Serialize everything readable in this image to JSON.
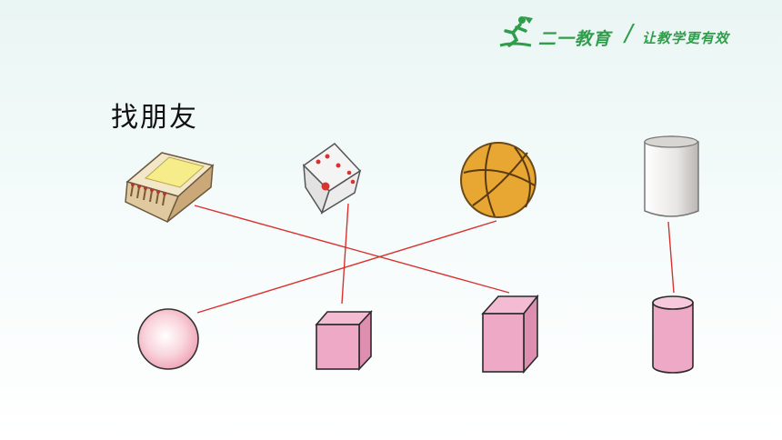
{
  "header": {
    "brand_name": "二一教育",
    "slogan": "让教学更有效",
    "brand_color": "#2f9d4a"
  },
  "slide": {
    "title": "找朋友"
  },
  "objects_top": [
    {
      "id": "matchbox",
      "icon": "matchbox-icon"
    },
    {
      "id": "dice",
      "icon": "dice-icon"
    },
    {
      "id": "basketball",
      "icon": "basketball-icon"
    },
    {
      "id": "paper-roll",
      "icon": "paper-roll-icon"
    }
  ],
  "shapes_bottom": [
    {
      "id": "sphere",
      "icon": "sphere-icon"
    },
    {
      "id": "cube",
      "icon": "cube-icon"
    },
    {
      "id": "cuboid",
      "icon": "cuboid-icon"
    },
    {
      "id": "cylinder",
      "icon": "cylinder-icon"
    }
  ],
  "matches": [
    {
      "from": "matchbox",
      "to": "cuboid"
    },
    {
      "from": "dice",
      "to": "cube"
    },
    {
      "from": "basketball",
      "to": "sphere"
    },
    {
      "from": "paper-roll",
      "to": "cylinder"
    }
  ],
  "colors": {
    "line": "#d9322f",
    "shape_fill": "#eea9c6",
    "shape_stroke": "#2a2a2a"
  }
}
